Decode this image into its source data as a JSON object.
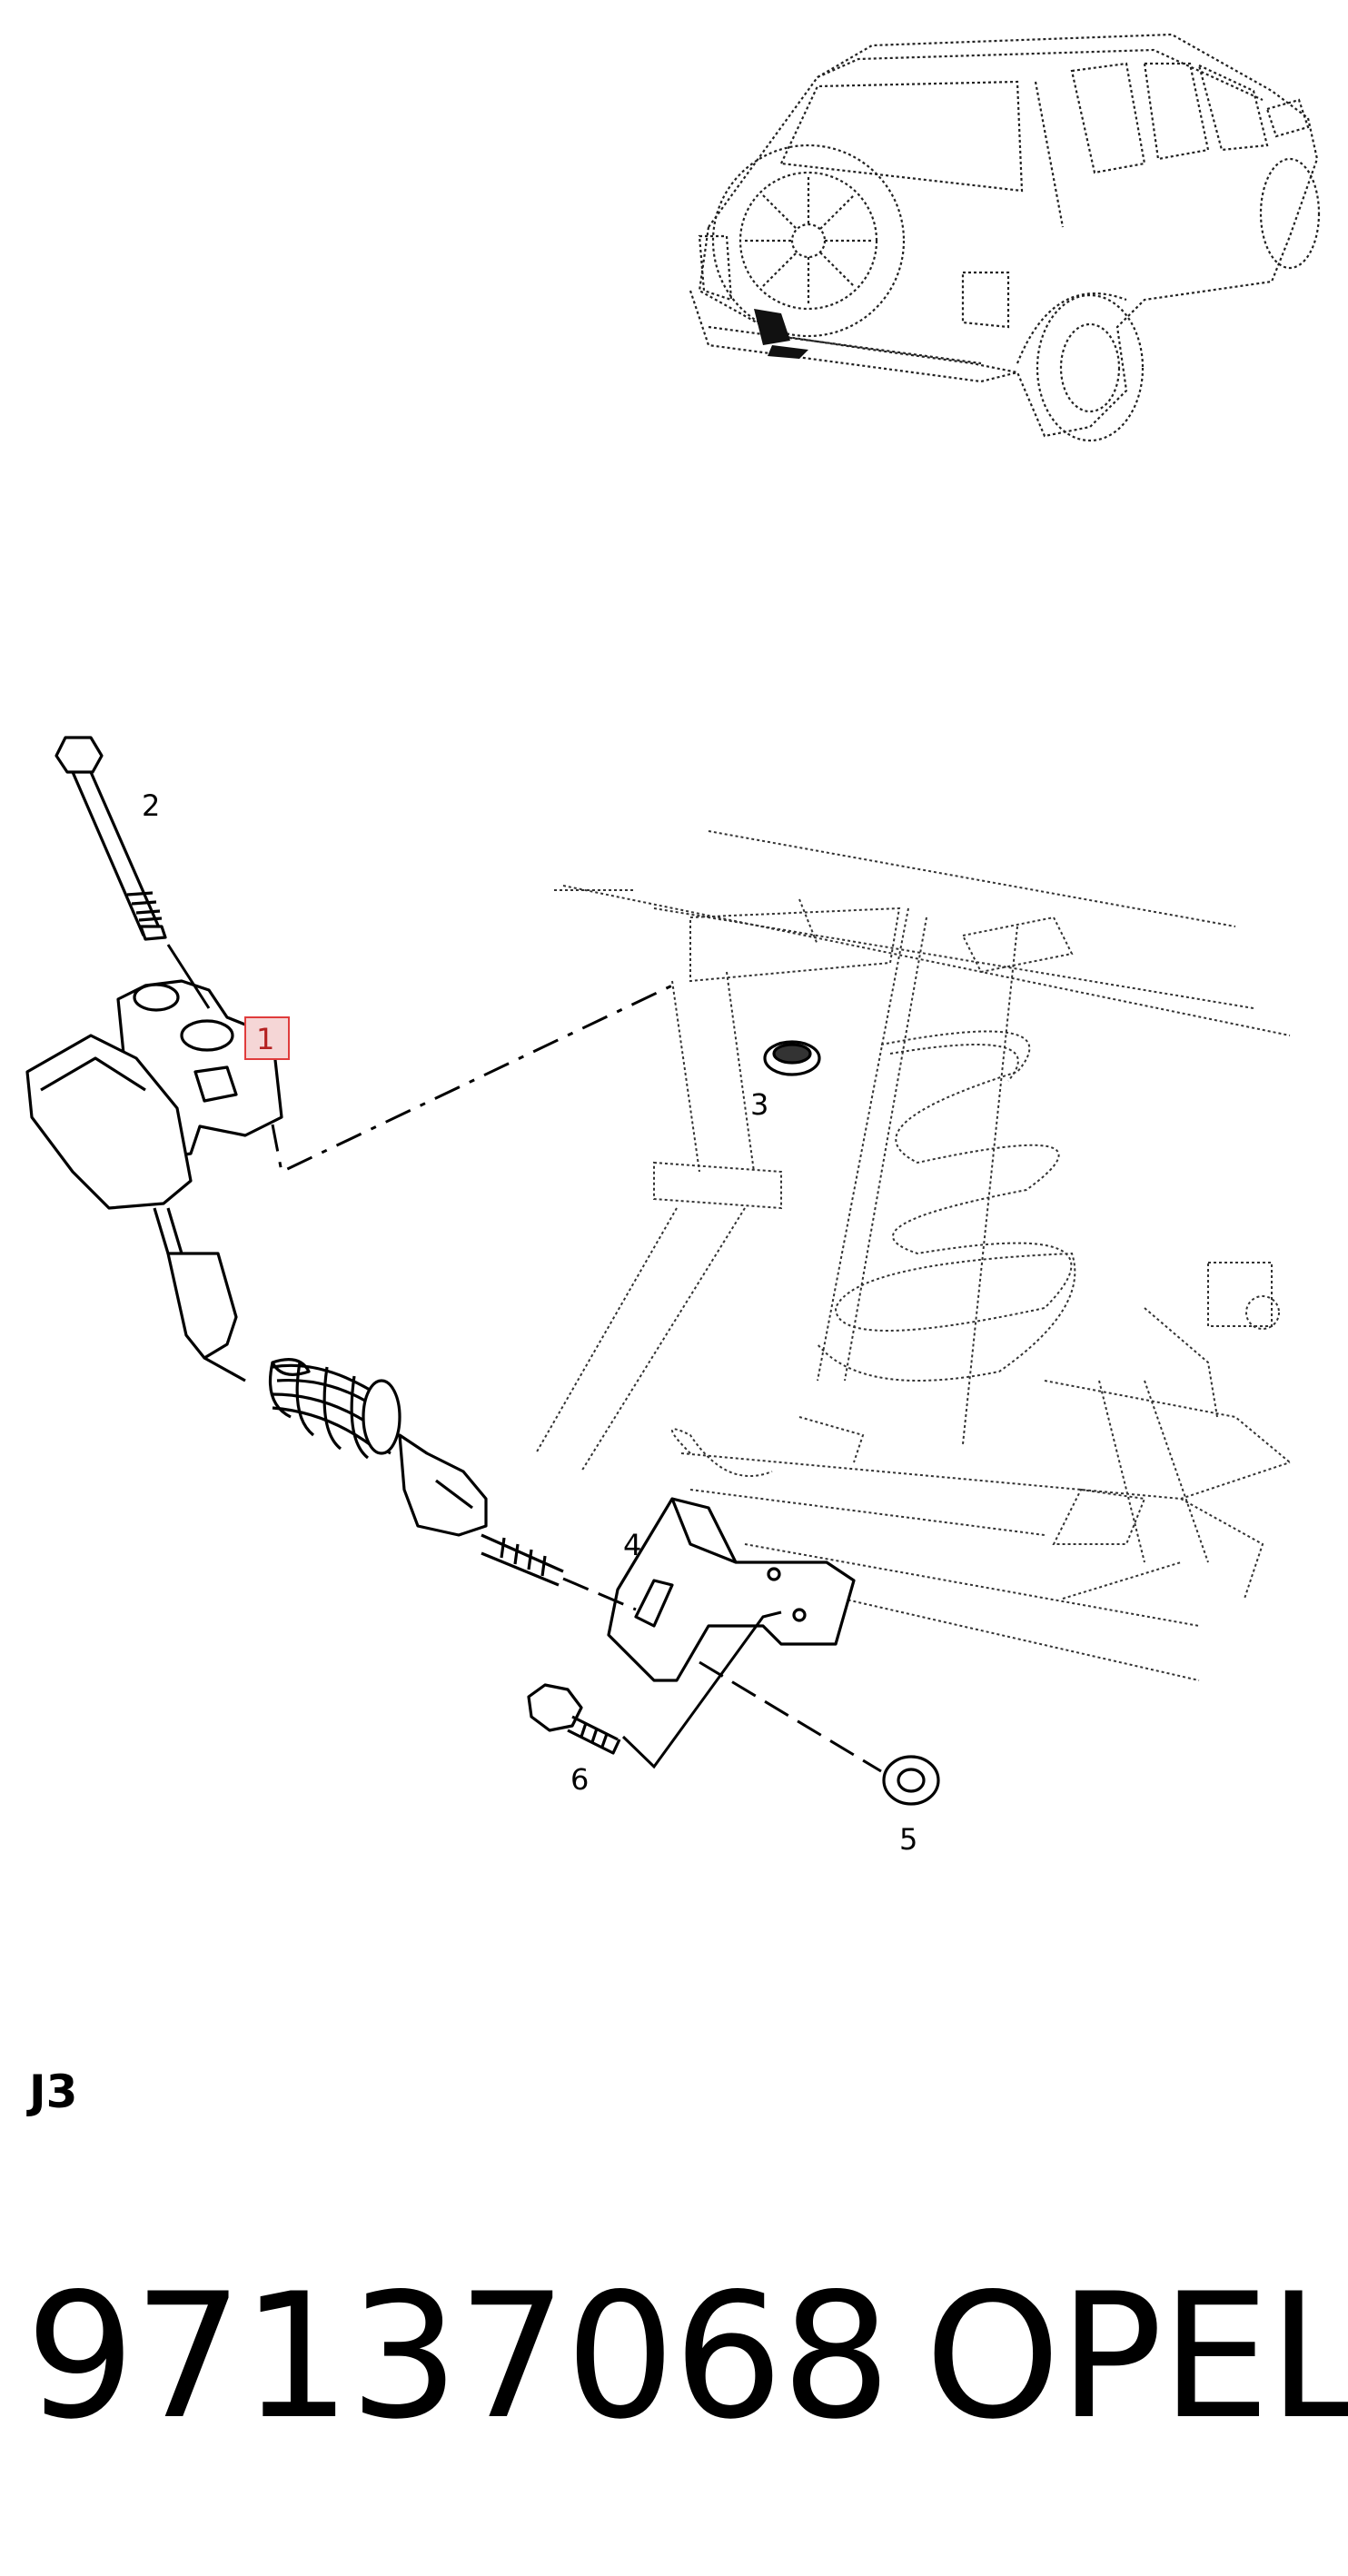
{
  "callouts": {
    "c1": "1",
    "c2": "2",
    "c3": "3",
    "c4": "4",
    "c5": "5",
    "c6": "6"
  },
  "section_code": "J3",
  "part_number": "97137068",
  "brand": "OPEL",
  "highlight_color": "#e03c3c"
}
